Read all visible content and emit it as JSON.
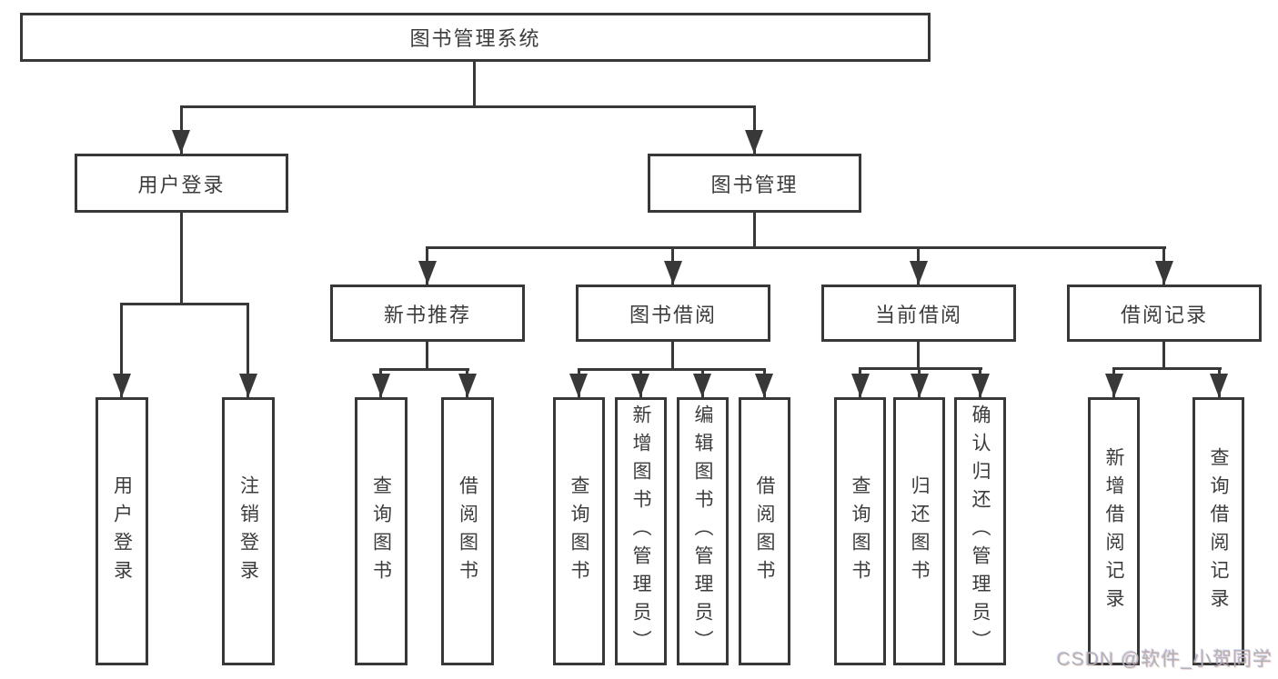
{
  "colors": {
    "line": "#383838",
    "node_border": "#383838",
    "node_text": "#3c3c3c",
    "background": "#ffffff",
    "watermark": "#b2b2b2"
  },
  "tree": {
    "label": "图书管理系统",
    "children": [
      {
        "label": "用户登录",
        "children": [
          {
            "label": "用户登录"
          },
          {
            "label": "注销登录"
          }
        ]
      },
      {
        "label": "图书管理",
        "children": [
          {
            "label": "新书推荐",
            "children": [
              {
                "label": "查询图书"
              },
              {
                "label": "借阅图书"
              }
            ]
          },
          {
            "label": "图书借阅",
            "children": [
              {
                "label": "查询图书"
              },
              {
                "label": "新增图书（管理员）"
              },
              {
                "label": "编辑图书（管理员）"
              },
              {
                "label": "借阅图书"
              }
            ]
          },
          {
            "label": "当前借阅",
            "children": [
              {
                "label": "查询图书"
              },
              {
                "label": "归还图书"
              },
              {
                "label": "确认归还（管理员）"
              }
            ]
          },
          {
            "label": "借阅记录",
            "children": [
              {
                "label": "新增借阅记录"
              },
              {
                "label": "查询借阅记录"
              }
            ]
          }
        ]
      }
    ]
  },
  "watermark": {
    "text": "CSDN @软件_小贺同学"
  }
}
